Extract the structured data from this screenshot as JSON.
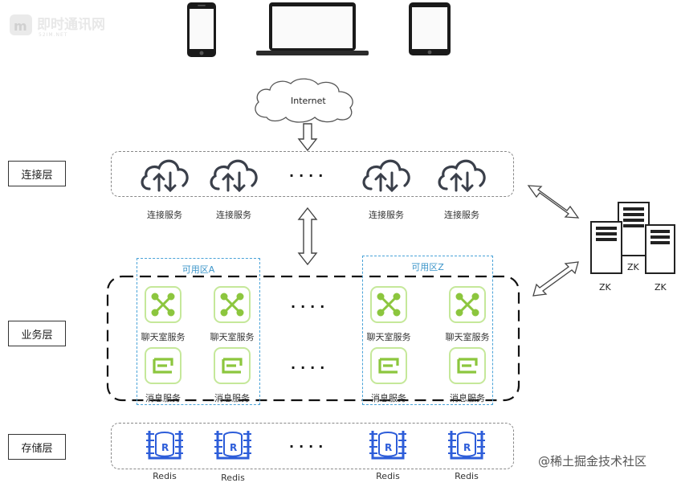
{
  "logo": {
    "name": "即时通讯网",
    "sub": "52IM.NET"
  },
  "internet_label": "Internet",
  "layers": {
    "connection": "连接层",
    "business": "业务层",
    "storage": "存储层"
  },
  "connection_services": [
    "连接服务",
    "连接服务",
    "连接服务",
    "连接服务"
  ],
  "zones": {
    "a": "可用区A",
    "z": "可用区Z"
  },
  "chatroom_label": "聊天室服务",
  "message_label": "消息服务",
  "redis_label": "Redis",
  "ellipsis": "....",
  "zk_labels": [
    "ZK",
    "ZK",
    "ZK"
  ],
  "watermark": "@稀土掘金技术社区",
  "colors": {
    "accent_green": "#8cc63e",
    "zone_blue": "#4aa3d8"
  }
}
